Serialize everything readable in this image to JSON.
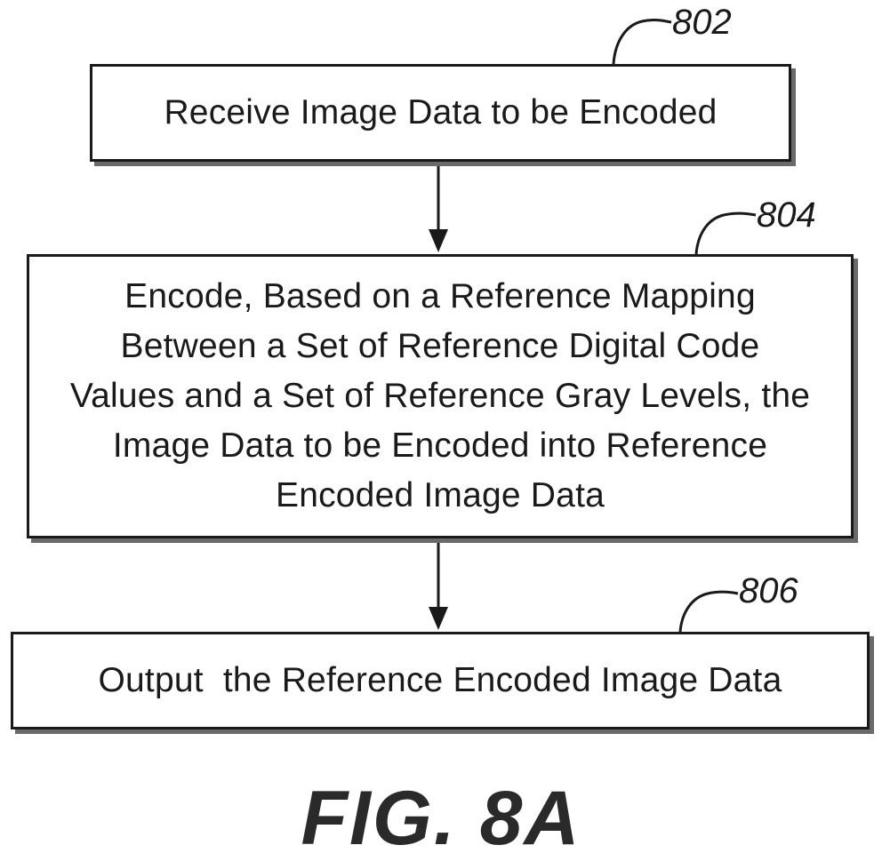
{
  "steps": [
    {
      "ref": "802",
      "text": "Receive Image Data to be Encoded"
    },
    {
      "ref": "804",
      "text": "Encode, Based on a Reference Mapping Between a Set of Reference Digital Code Values and a Set of Reference Gray Levels, the Image Data to be Encoded into Reference Encoded Image Data"
    },
    {
      "ref": "806",
      "text": "Output  the Reference Encoded Image Data"
    }
  ],
  "figure_label": "FIG. 8A",
  "colors": {
    "stroke": "#1a1a1a",
    "shadow": "#6a6a6a",
    "background": "#ffffff"
  }
}
